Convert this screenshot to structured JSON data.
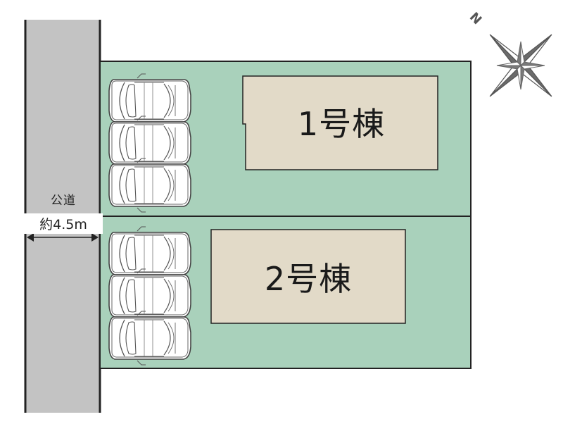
{
  "road": {
    "name": "公道",
    "width": "約4.5m",
    "color": "#c3c3c3"
  },
  "lots": [
    {
      "id": 1,
      "building_label": "1号棟",
      "parking_spaces": 3
    },
    {
      "id": 2,
      "building_label": "2号棟",
      "parking_spaces": 3
    }
  ],
  "compass": {
    "north_label": "N",
    "icon": "compass-rose-icon"
  },
  "colors": {
    "lot": "#a9d1bb",
    "building": "#e2dac8",
    "road": "#c3c3c3",
    "line": "#222222"
  }
}
